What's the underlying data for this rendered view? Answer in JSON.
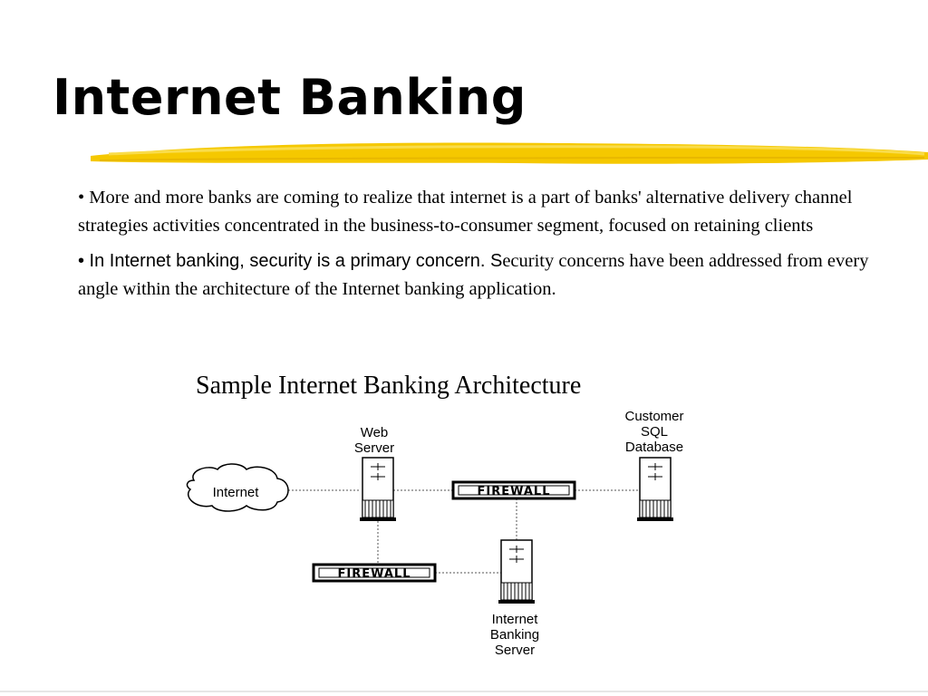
{
  "slide": {
    "title": "Internet Banking",
    "accent_color": "#f5c800"
  },
  "bullets": [
    {
      "parts": [
        "• More and more banks are coming to realize that internet is a part of banks' alternative delivery channel strategies activities concentrated in the business-to-consumer segment, focused on retaining clients"
      ]
    },
    {
      "parts": [
        "• In Internet banking, security is a primary concern. S",
        "ecurity concerns have been addressed from every angle within the architecture of the Internet banking application."
      ]
    }
  ],
  "diagram": {
    "title": "Sample Internet Banking Architecture",
    "nodes": {
      "internet": "Internet",
      "web_server": [
        "Web",
        "Server"
      ],
      "customer_db": [
        "Customer",
        "SQL",
        "Database"
      ],
      "ib_server": [
        "Internet",
        "Banking",
        "Server"
      ],
      "firewall_top": "FIREWALL",
      "firewall_bottom": "FIREWALL"
    }
  }
}
